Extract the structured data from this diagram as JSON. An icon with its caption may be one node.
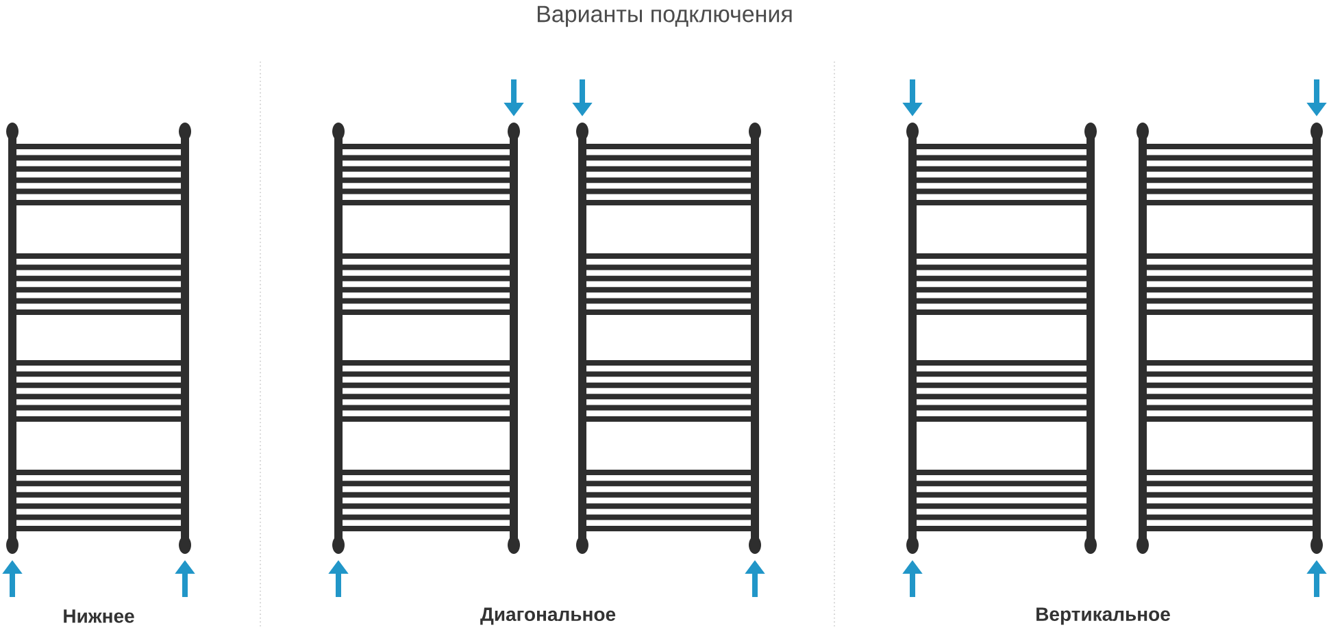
{
  "diagram": {
    "title": "Варианты подключения",
    "labels": [
      "Нижнее",
      "Диагональное",
      "Вертикальное"
    ]
  }
}
